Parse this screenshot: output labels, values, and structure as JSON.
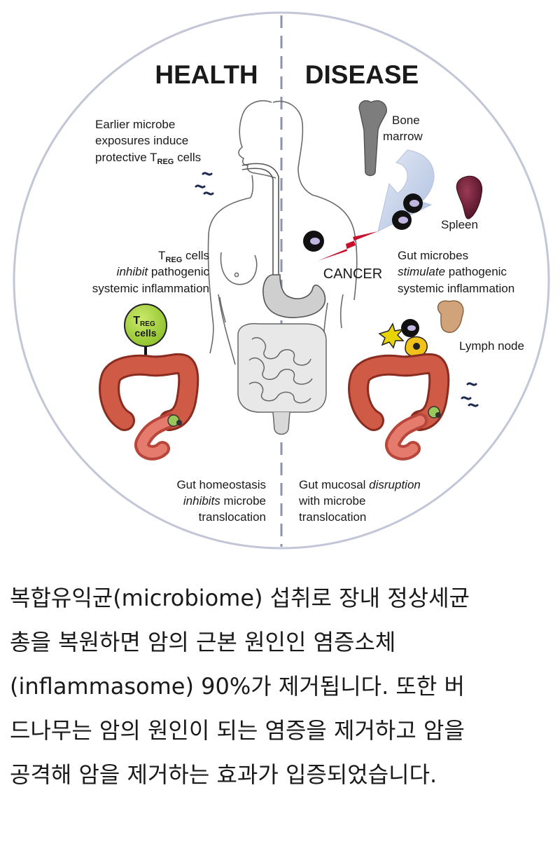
{
  "diagram": {
    "headers": {
      "left": "HEALTH",
      "right": "DISEASE"
    },
    "left": {
      "treg_intro": [
        "Earlier microbe",
        "exposures induce",
        "protective T",
        "REG",
        " cells"
      ],
      "treg_inhibit": {
        "line1_t": "T",
        "line1_sub": "REG",
        "line1_rest": " cells",
        "line2_em": "inhibit",
        "line2_rest": " pathogenic",
        "line3": "systemic inflammation"
      },
      "treg_sign": {
        "t": "T",
        "sub": "REG",
        "cells": "cells"
      },
      "gut_homeostasis": {
        "line1": "Gut homeostasis",
        "line2_em": "inhibits",
        "line2_rest": " microbe",
        "line3": "translocation"
      }
    },
    "right": {
      "bone_marrow": [
        "Bone",
        "marrow"
      ],
      "spleen": "Spleen",
      "cancer": "CANCER",
      "gut_microbes": {
        "line1": "Gut microbes",
        "line2_em": "stimulate",
        "line2_rest": " pathogenic",
        "line3": "systemic inflammation"
      },
      "lymph_node": "Lymph node",
      "gut_disruption": {
        "line1_pre": "Gut mucosal ",
        "line1_em": "disruption",
        "line2": "with microbe",
        "line3": "translocation"
      }
    },
    "colors": {
      "cancer": "#c8102e",
      "sign": "#a4d43a",
      "colon": "#c24a3b",
      "arrow": "#c9d5ea",
      "gut": "#d6d6d6"
    }
  },
  "caption": [
    "복합유익균(microbiome) 섭취로 장내 정상세균",
    "총을 복원하면 암의 근본 원인인 염증소체",
    "(inflammasome) 90%가 제거됩니다. 또한 버",
    "드나무는 암의 원인이 되는 염증을 제거하고 암을",
    "공격해 암을 제거하는 효과가 입증되었습니다."
  ]
}
